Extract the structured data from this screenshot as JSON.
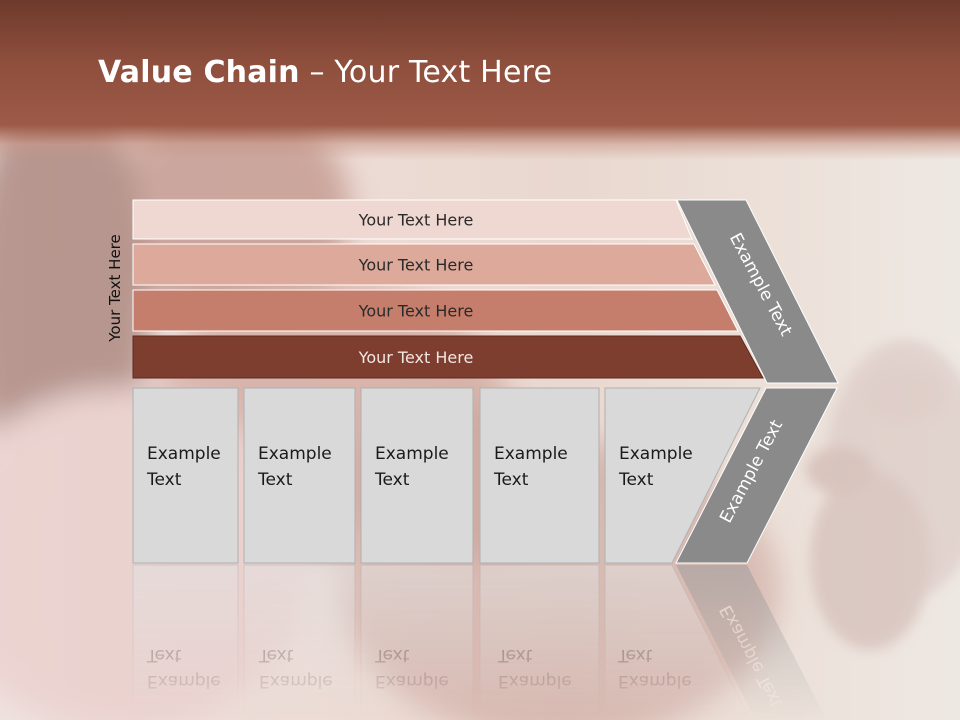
{
  "title": {
    "bold": "Value Chain",
    "rest": " – Your Text Here"
  },
  "side_label": "Your Text Here",
  "bars": [
    {
      "label": "Your Text Here",
      "color": "#f0d8d2"
    },
    {
      "label": "Your Text Here",
      "color": "#dca99a"
    },
    {
      "label": "Your Text Here",
      "color": "#c57e6b"
    },
    {
      "label": "Your Text Here",
      "color": "#7e3e2f"
    }
  ],
  "boxes": [
    {
      "line1": "Example",
      "line2": "Text"
    },
    {
      "line1": "Example",
      "line2": "Text"
    },
    {
      "line1": "Example",
      "line2": "Text"
    },
    {
      "line1": "Example",
      "line2": "Text"
    },
    {
      "line1": "Example",
      "line2": "Text"
    }
  ],
  "chevron": {
    "upper": "Example Text",
    "lower": "Example Text"
  },
  "colors": {
    "header": "#8f4f3d",
    "box_fill": "#d9d9d9",
    "chevron": "#8a8a8a"
  }
}
